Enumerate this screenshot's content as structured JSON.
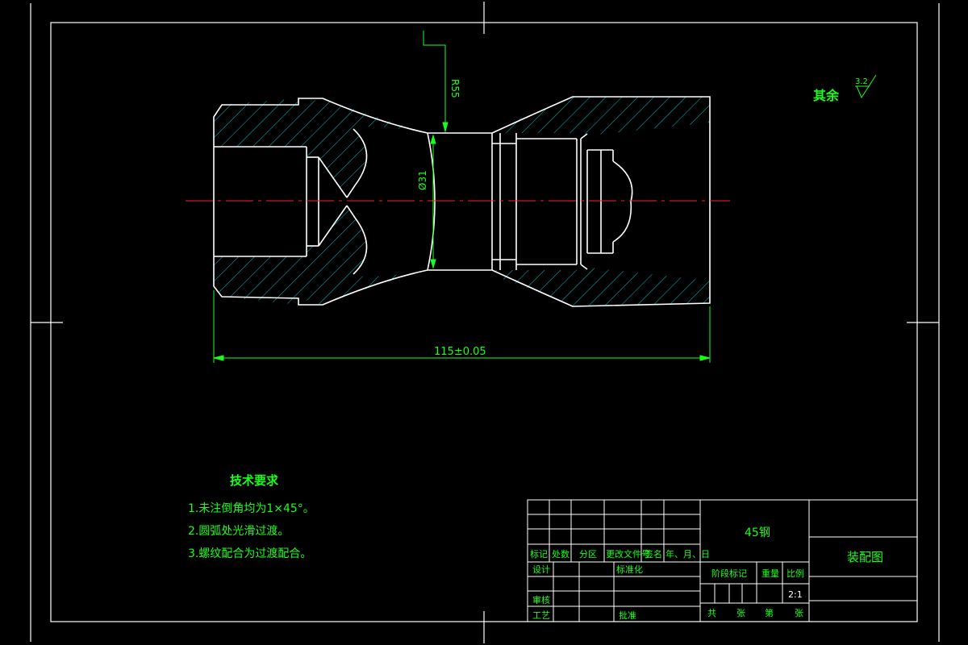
{
  "dimensions": {
    "radius": "R55",
    "diameter": "Ø31",
    "length": "115±0.05"
  },
  "surface_finish": {
    "label": "其余",
    "value": "3.2"
  },
  "technical_requirements": {
    "title": "技术要求",
    "items": [
      "1.未注倒角均为1×45°。",
      "2.圆弧处光滑过渡。",
      "3.螺纹配合为过渡配合。"
    ]
  },
  "title_block": {
    "material": "45钢",
    "drawing_name": "装配图",
    "scale": "2:1",
    "headers": [
      "标记",
      "处数",
      "分区",
      "更改文件号",
      "签名",
      "年、月、日"
    ],
    "labels": {
      "design": "设计",
      "standardization": "标准化",
      "review": "审核",
      "process": "工艺",
      "approval": "批准",
      "stage_mark": "阶段标记",
      "weight": "重量",
      "scale": "比例",
      "total": "共",
      "sheets1": "张",
      "number": "第",
      "sheets2": "张"
    }
  },
  "colors": {
    "background": "#000000",
    "outline": "#ffffff",
    "dimension": "#19ff19",
    "hatch": "#00c8c8",
    "centerline": "#ff2020"
  }
}
